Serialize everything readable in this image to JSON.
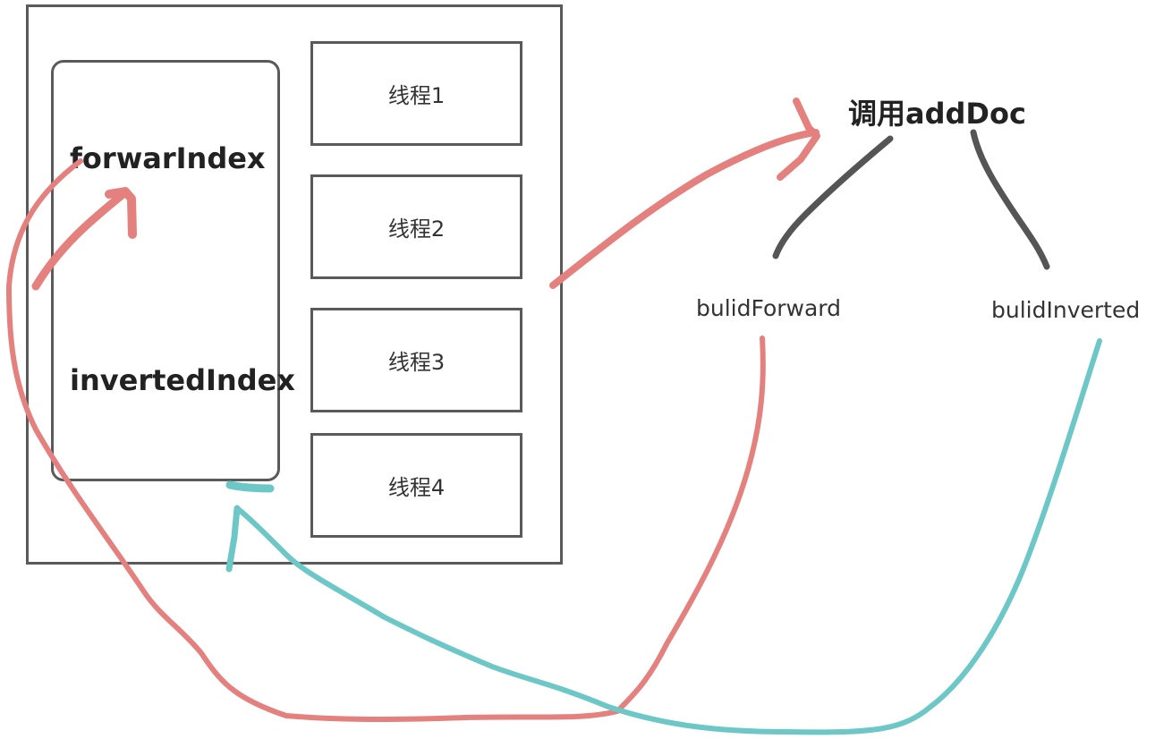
{
  "diagram": {
    "container": {
      "index_panel": {
        "labels": [
          "forwarIndex",
          "invertedIndex"
        ]
      },
      "threads": [
        "线程1",
        "线程2",
        "线程3",
        "线程4"
      ]
    },
    "root_call": "调用addDoc",
    "children": [
      "bulidForward",
      "bulidInverted"
    ],
    "colors": {
      "outline": "#5a5a5a",
      "forward_arrow": "#e4817f",
      "inverted_arrow": "#6cc7c6",
      "tree_line": "#555555",
      "text": "#222222"
    },
    "edges": [
      {
        "from": "container",
        "to": "调用addDoc",
        "color": "forward_arrow"
      },
      {
        "from": "调用addDoc",
        "to": "bulidForward",
        "color": "tree_line"
      },
      {
        "from": "调用addDoc",
        "to": "bulidInverted",
        "color": "tree_line"
      },
      {
        "from": "bulidForward",
        "to": "forwarIndex",
        "color": "forward_arrow"
      },
      {
        "from": "bulidInverted",
        "to": "invertedIndex",
        "color": "inverted_arrow"
      }
    ]
  }
}
